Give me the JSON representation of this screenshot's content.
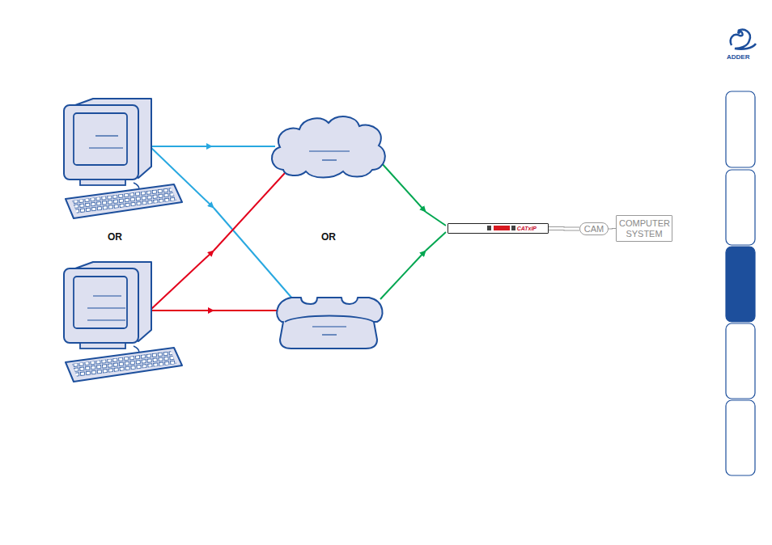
{
  "diagram": {
    "nodes": [
      {
        "text": [
          "CATxIP"
        ]
      },
      {
        "text": [
          "CAM"
        ]
      },
      {
        "text": [
          "COMPUTER SYSTEM"
        ]
      }
    ],
    "edges": [
      {
        "from": 0,
        "to": 1,
        "arrow": "none"
      },
      {
        "from": 1,
        "to": 2,
        "arrow": "none"
      }
    ],
    "labels": [
      "OR",
      "OR",
      "ADDER"
    ]
  }
}
